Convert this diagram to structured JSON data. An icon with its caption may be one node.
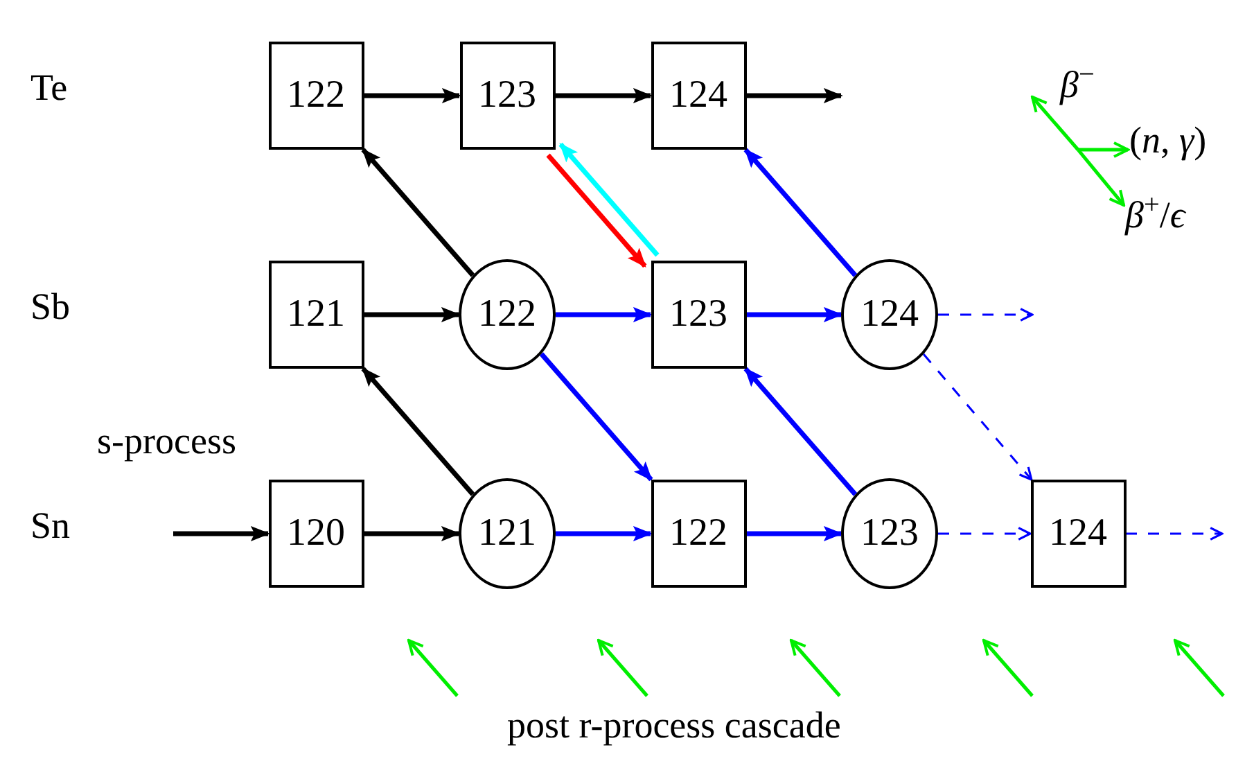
{
  "diagram": {
    "caption": "post r-process cascade",
    "nodes": [
      {
        "text": [
          "122"
        ]
      },
      {
        "text": [
          "123"
        ]
      },
      {
        "text": [
          "124"
        ]
      },
      {
        "text": [
          "121"
        ]
      },
      {
        "text": [
          "122"
        ]
      },
      {
        "text": [
          "123"
        ]
      },
      {
        "text": [
          "124"
        ]
      },
      {
        "text": [
          "120"
        ]
      },
      {
        "text": [
          "121"
        ]
      },
      {
        "text": [
          "122"
        ]
      },
      {
        "text": [
          "123"
        ]
      },
      {
        "text": [
          "124"
        ]
      }
    ],
    "edges": [
      {
        "from": null,
        "to": 7,
        "arrow": "to",
        "color": "#000000"
      },
      {
        "from": 7,
        "to": 8,
        "arrow": "to",
        "color": "#000000"
      },
      {
        "from": 8,
        "to": 3,
        "arrow": "to",
        "color": "#000000"
      },
      {
        "from": 3,
        "to": 4,
        "arrow": "to",
        "color": "#000000"
      },
      {
        "from": 4,
        "to": 0,
        "arrow": "to",
        "color": "#000000"
      },
      {
        "from": 0,
        "to": 1,
        "arrow": "to",
        "color": "#000000"
      },
      {
        "from": 1,
        "to": 2,
        "arrow": "to",
        "color": "#000000"
      },
      {
        "from": 2,
        "to": null,
        "arrow": "to",
        "color": "#000000"
      },
      {
        "from": 4,
        "to": 5,
        "arrow": "to"
      },
      {
        "from": 4,
        "to": 9,
        "arrow": "to"
      },
      {
        "from": 8,
        "to": 9,
        "arrow": "to"
      },
      {
        "from": 9,
        "to": 10,
        "arrow": "to"
      },
      {
        "from": 10,
        "to": 5,
        "arrow": "to"
      },
      {
        "from": 5,
        "to": 6,
        "arrow": "to"
      },
      {
        "from": 6,
        "to": 2,
        "arrow": "to"
      },
      {
        "from": 1,
        "to": 5,
        "arrow": "to",
        "color": "#ff0000"
      },
      {
        "from": 5,
        "to": 1,
        "arrow": "to",
        "color": "#00ffff"
      },
      {
        "from": 6,
        "to": null,
        "arrow": "to",
        "style": "dashed"
      },
      {
        "from": 6,
        "to": 11,
        "arrow": "to",
        "style": "dashed"
      },
      {
        "from": 10,
        "to": 11,
        "arrow": "to",
        "style": "dashed"
      },
      {
        "from": 11,
        "to": null,
        "arrow": "to",
        "style": "dashed"
      }
    ],
    "labels": [
      "Te",
      "Sb",
      "s-process",
      "Sn"
    ],
    "legend": [
      {
        "text": "*β*$^{−}$"
      },
      {
        "text": "(*n*, *γ*)"
      },
      {
        "text": "*β*$^{+}$/*ϵ*"
      }
    ]
  }
}
